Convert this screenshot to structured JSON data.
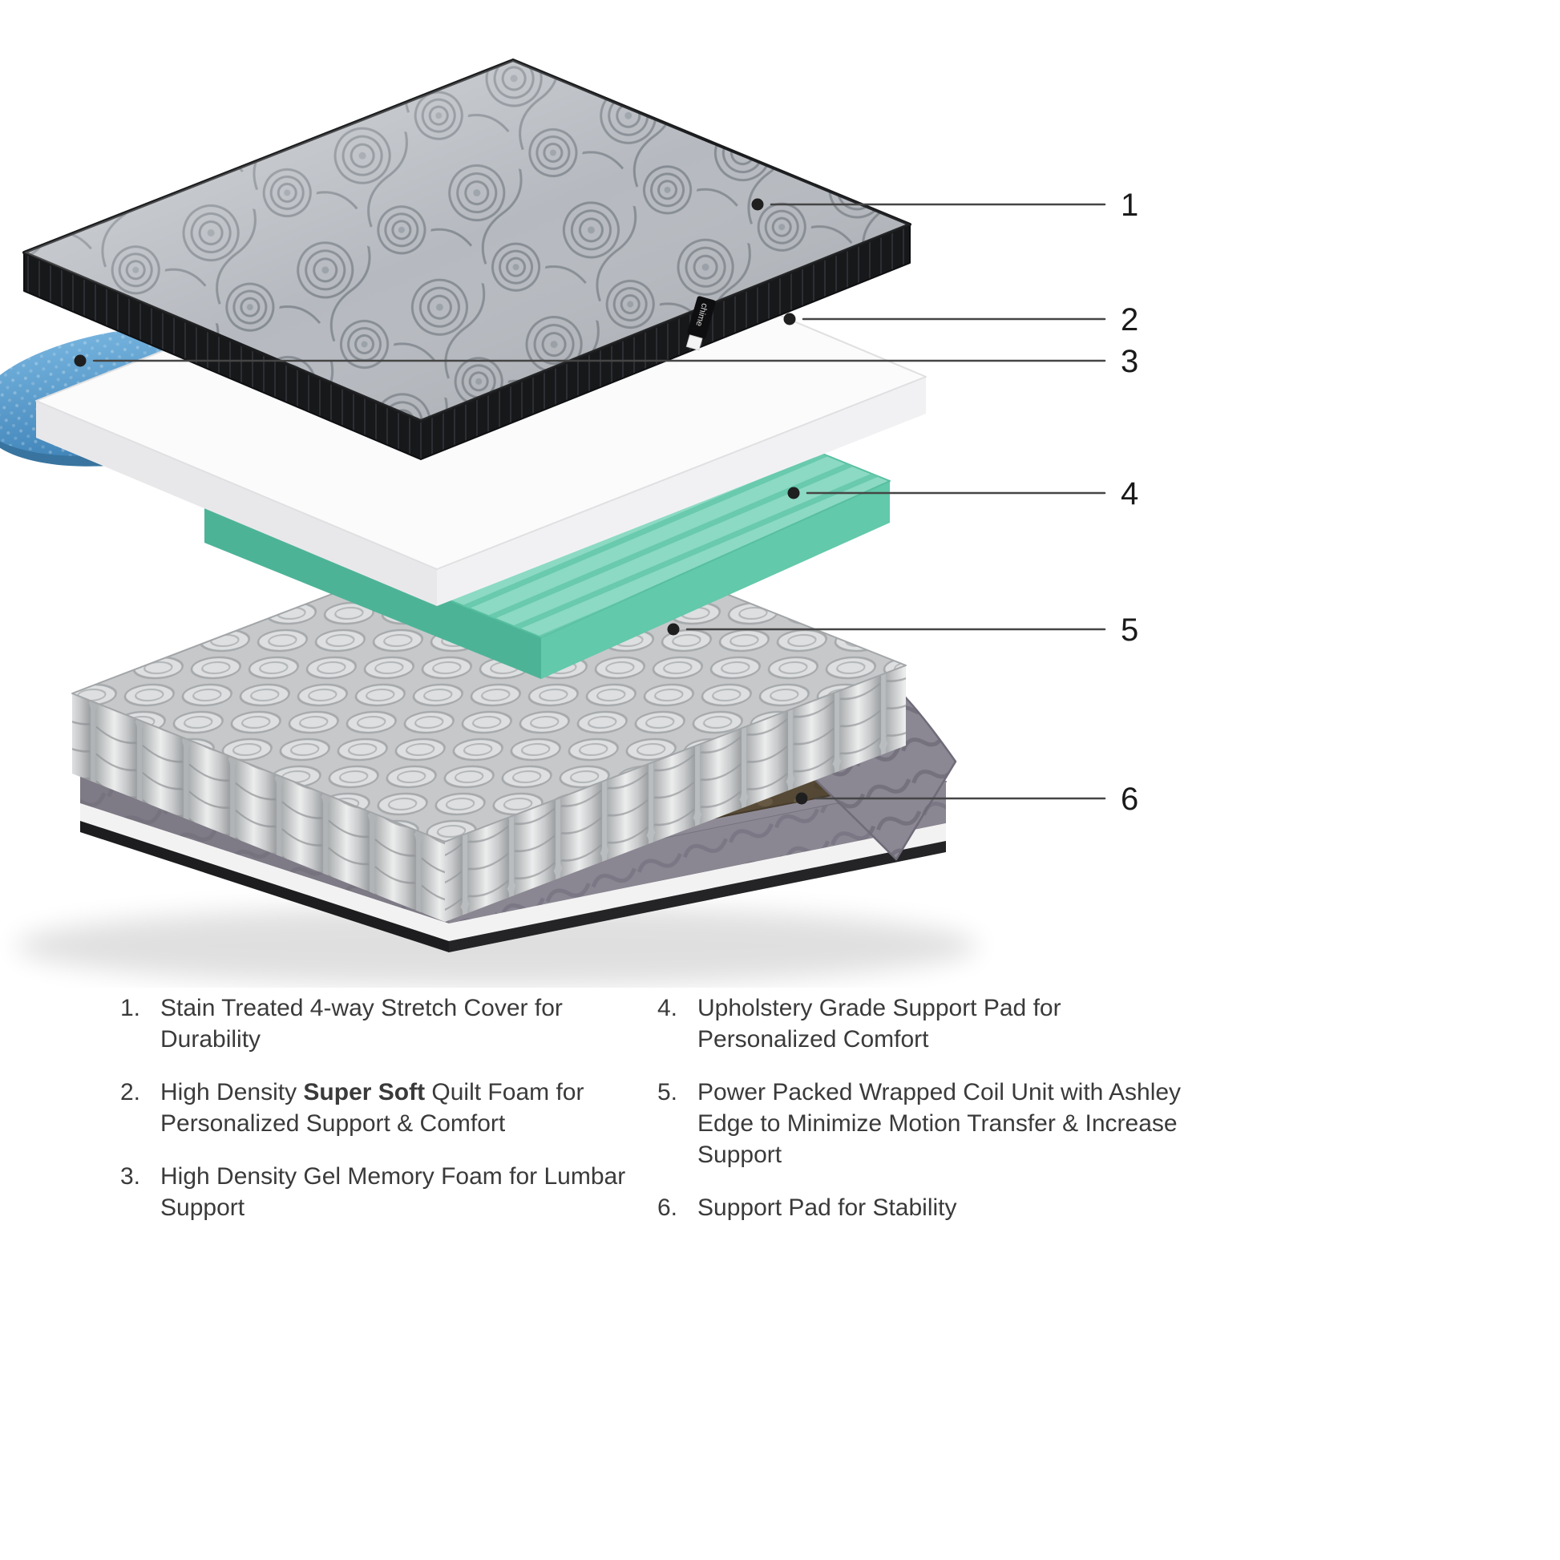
{
  "diagram": {
    "brand_tag": "chime",
    "callouts": [
      {
        "label": "1"
      },
      {
        "label": "2"
      },
      {
        "label": "3"
      },
      {
        "label": "4"
      },
      {
        "label": "5"
      },
      {
        "label": "6"
      }
    ]
  },
  "legend": {
    "items": [
      {
        "number": "1.",
        "text_prefix": "Stain Treated 4-way Stretch Cover for Durability",
        "text_bold": "",
        "text_suffix": ""
      },
      {
        "number": "2.",
        "text_prefix": "High Density ",
        "text_bold": "Super Soft",
        "text_suffix": " Quilt Foam for Personalized Support & Comfort"
      },
      {
        "number": "3.",
        "text_prefix": "High Density Gel Memory Foam for Lumbar Support",
        "text_bold": "",
        "text_suffix": ""
      },
      {
        "number": "4.",
        "text_prefix": "Upholstery Grade Support Pad for Personalized Comfort",
        "text_bold": "",
        "text_suffix": ""
      },
      {
        "number": "5.",
        "text_prefix": "Power Packed Wrapped Coil Unit with Ashley Edge to Minimize Motion Transfer & Increase Support",
        "text_bold": "",
        "text_suffix": ""
      },
      {
        "number": "6.",
        "text_prefix": "Support Pad for Stability",
        "text_bold": "",
        "text_suffix": ""
      }
    ]
  },
  "colors": {
    "cover_fabric": "#b6bac0",
    "cover_border": "#17181a",
    "foam_white": "#fbfbfc",
    "foam_white_side_left": "#e8e8ea",
    "foam_white_side_right": "#f1f1f3",
    "gel_blue_rim": "#38749f",
    "support_pad_teal": "#8cdac3",
    "teal_side_left": "#4db397",
    "teal_side_right": "#62c9aa",
    "base_gray": "#8e8a95",
    "base_side_left": "#7e7a86",
    "base_side_right": "#8a8692",
    "wedge_gray": "#8b8793",
    "foundation_white": "#f2f2f2",
    "base_black_left": "#1d1d1f",
    "base_black_right": "#242427",
    "callout_line": "#454545",
    "text": "#3a3a3a"
  }
}
